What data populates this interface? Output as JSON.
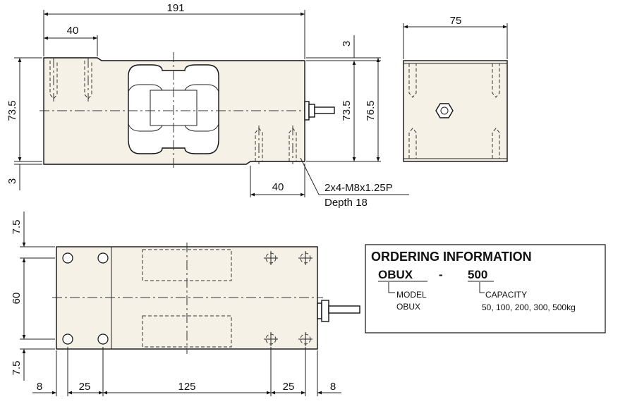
{
  "dimensions": {
    "overall_length": "191",
    "hole_spacing_top": "40",
    "top_offset": "3",
    "width_side": "75",
    "height_left": "73.5",
    "height_right_inner": "73.5",
    "height_total": "76.5",
    "bottom_offset": "3",
    "hole_spacing_bottom": "40",
    "thread_spec": "2x4-M8x1.25P",
    "depth_label": "Depth",
    "depth_value": "18",
    "plan_top_margin": "7.5",
    "plan_height": "60",
    "plan_bottom_margin": "7.5",
    "plan_edge_left": "8",
    "plan_hole_left": "25",
    "plan_center": "125",
    "plan_hole_right": "25",
    "plan_edge_right": "8"
  },
  "ordering": {
    "title": "ORDERING INFORMATION",
    "model_code": "OBUX",
    "separator": "-",
    "capacity_code": "500",
    "model_label": "MODEL",
    "model_value": "OBUX",
    "capacity_label": "CAPACITY",
    "capacity_values": "50, 100, 200, 300, 500kg"
  }
}
